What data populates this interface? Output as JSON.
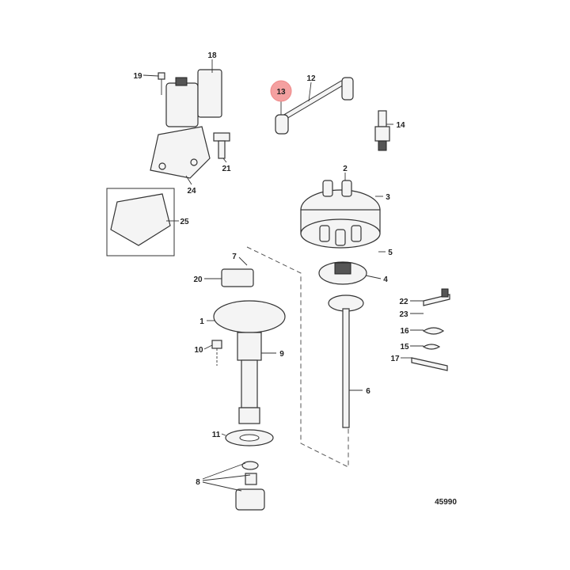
{
  "diagram_id": "45990",
  "highlight_color": "#f4a0a0",
  "highlighted_callout": "13",
  "callouts": {
    "c1": "1",
    "c2": "2",
    "c3": "3",
    "c4": "4",
    "c5": "5",
    "c6": "6",
    "c7": "7",
    "c8": "8",
    "c9": "9",
    "c10": "10",
    "c11": "11",
    "c12": "12",
    "c13": "13",
    "c14": "14",
    "c15": "15",
    "c16": "16",
    "c17": "17",
    "c18": "18",
    "c19": "19",
    "c20": "20",
    "c21": "21",
    "c22": "22",
    "c23": "23",
    "c24": "24",
    "c25": "25"
  }
}
